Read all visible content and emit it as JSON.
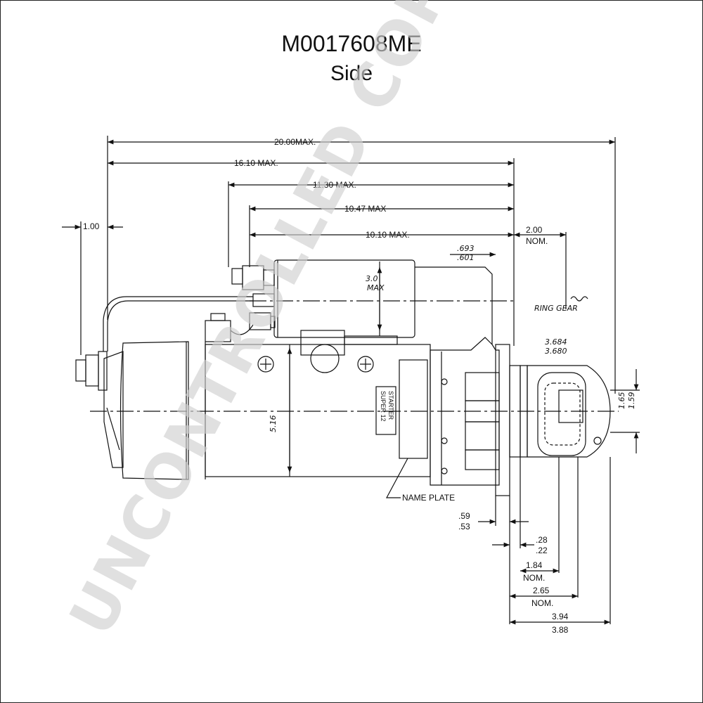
{
  "header": {
    "part_number": "M0017608ME",
    "view": "Side"
  },
  "watermark": "UNCONTROLLED COPY",
  "dimensions": {
    "overall": "20.00MAX.",
    "body_length": "16.10 MAX.",
    "to_terminal": "11.30 MAX.",
    "to_solenoid": "10.47 MAX",
    "solenoid_length": "10.10 MAX.",
    "rear_offset": "1.00",
    "gear_offset": "2.00",
    "gear_offset_nom": "NOM.",
    "solenoid_tol_top": ".693",
    "solenoid_tol_bottom": ".601",
    "solenoid_dia": "3.0",
    "solenoid_dia_max": "MAX",
    "pilot_dia_top": "3.684",
    "pilot_dia_bottom": "3.680",
    "pinion_dia_top": "1.65",
    "pinion_dia_bottom": "1.59",
    "motor_dia": "5.16",
    "flange_top": ".59",
    "flange_bottom": ".53",
    "gap_top": ".28",
    "gap_bottom": ".22",
    "d184": "1.84",
    "d184_nom": "NOM.",
    "d265": "2.65",
    "d265_nom": "NOM.",
    "d394_top": "3.94",
    "d394_bottom": "3.88"
  },
  "labels": {
    "ring_gear": "RING GEAR",
    "name_plate": "NAME PLATE",
    "nameplate_text_1": "SUPER 12",
    "nameplate_text_2": "STARTER"
  }
}
